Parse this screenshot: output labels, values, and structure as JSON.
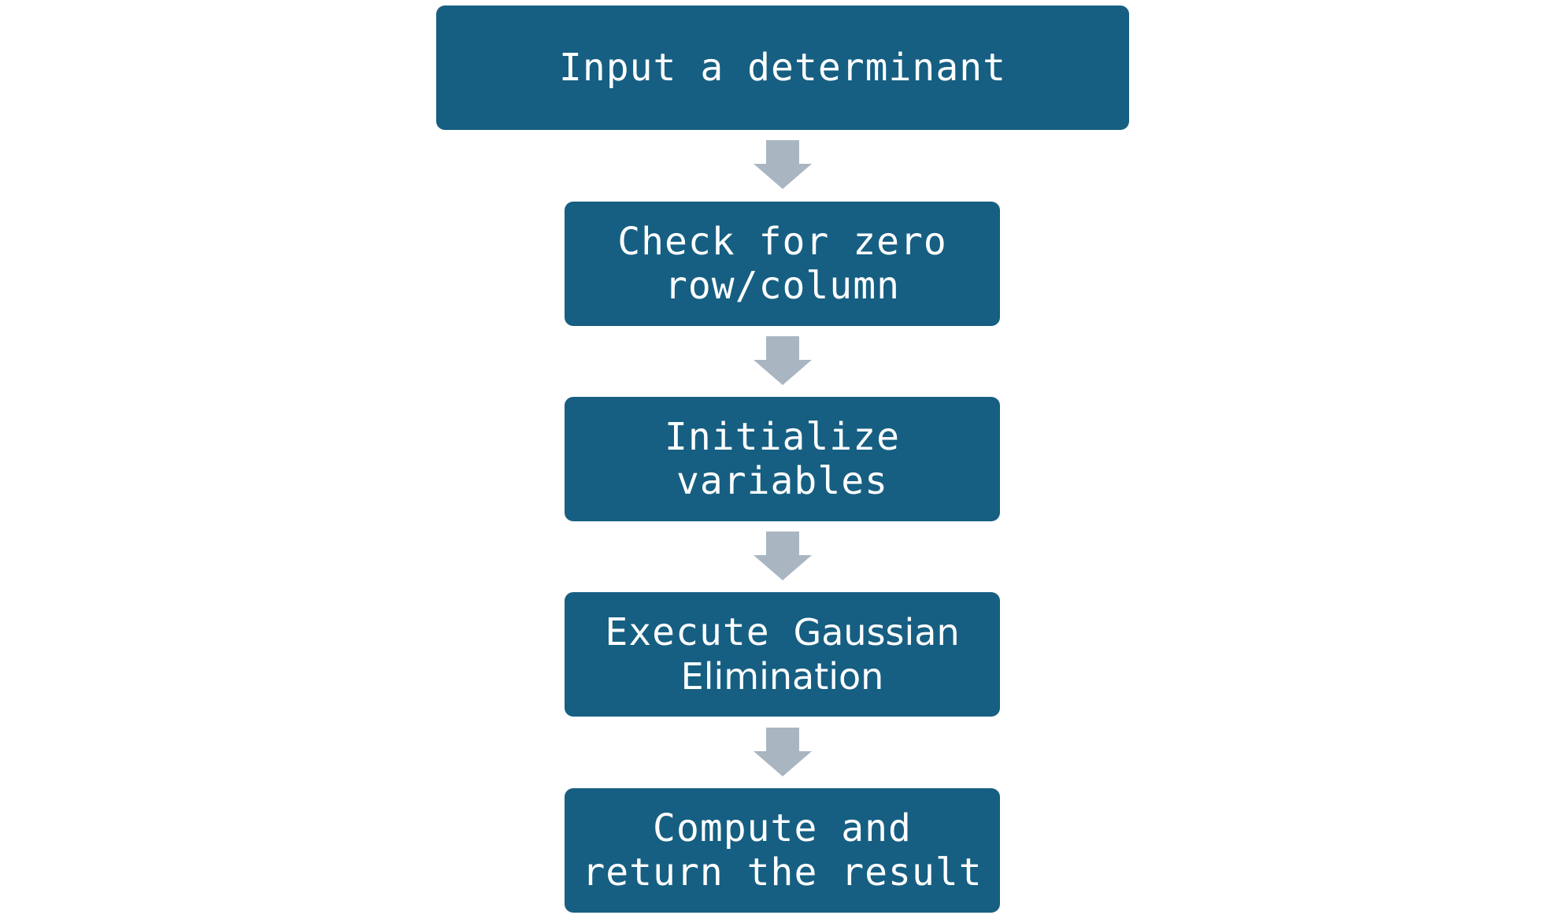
{
  "steps": [
    {
      "lines": [
        "Input a determinant"
      ]
    },
    {
      "lines": [
        "Check for zero",
        "row/column"
      ]
    },
    {
      "lines": [
        "Initialize",
        "variables"
      ]
    },
    {
      "lines_mono": [
        "Execute"
      ],
      "lines_sans": [
        "Gaussian",
        "Elimination"
      ]
    },
    {
      "lines": [
        "Compute and",
        "return the result"
      ]
    }
  ],
  "colors": {
    "box": "#165f82",
    "arrow": "#a9b6c2",
    "text": "#ffffff"
  }
}
